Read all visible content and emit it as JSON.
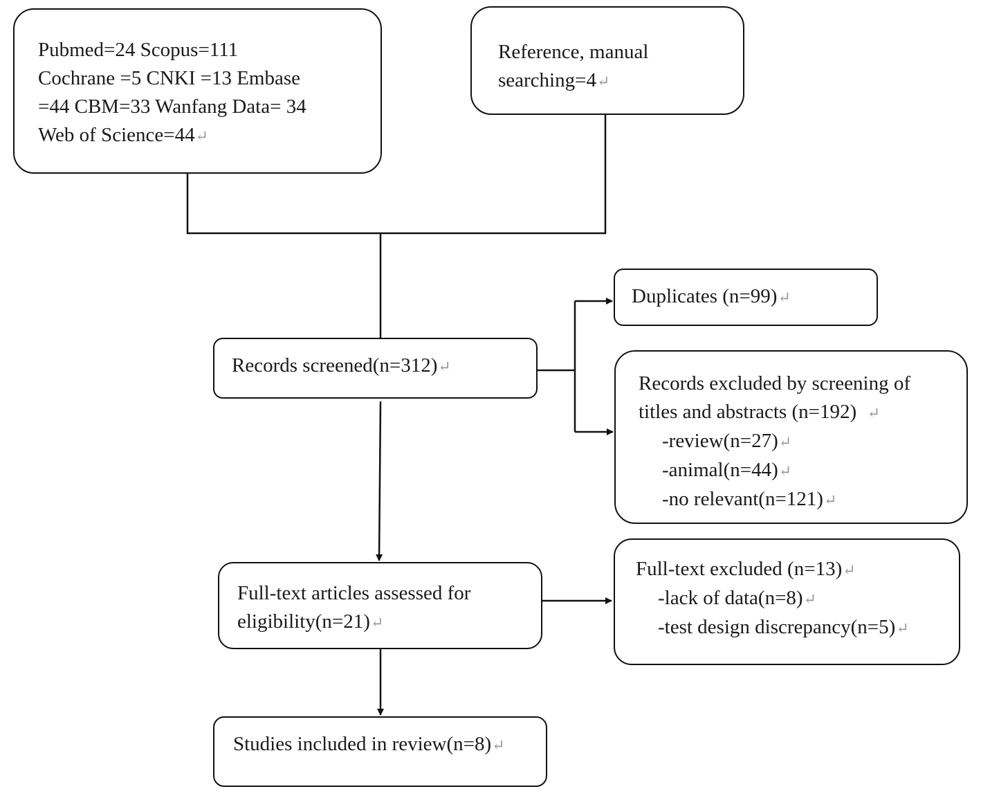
{
  "sources_box": {
    "lines": [
      "Pubmed=24    Scopus=111",
      "Cochrane =5 CNKI =13 Embase",
      "=44    CBM=33 Wanfang Data= 34",
      "Web of Science=44"
    ]
  },
  "reference_box": {
    "lines": [
      "Reference, manual",
      "searching=4"
    ]
  },
  "duplicates_box": {
    "text": "Duplicates (n=99)"
  },
  "screened_box": {
    "text": "Records screened(n=312)"
  },
  "excluded_box": {
    "lines": [
      "Records excluded by screening of",
      "titles and abstracts (n=192)",
      "-review(n=27)",
      "-animal(n=44)",
      "-no relevant(n=121)"
    ]
  },
  "fulltext_box": {
    "lines": [
      "Full-text articles assessed for",
      "eligibility(n=21)"
    ]
  },
  "fulltext_excluded_box": {
    "lines": [
      "Full-text excluded (n=13)",
      "-lack of data(n=8)",
      "-test design discrepancy(n=5)"
    ]
  },
  "included_box": {
    "text": "Studies included in review(n=8)"
  },
  "paragraph_mark": "↵",
  "colors": {
    "stroke": "#111111",
    "paragraph_mark": "#9a9a9a"
  }
}
